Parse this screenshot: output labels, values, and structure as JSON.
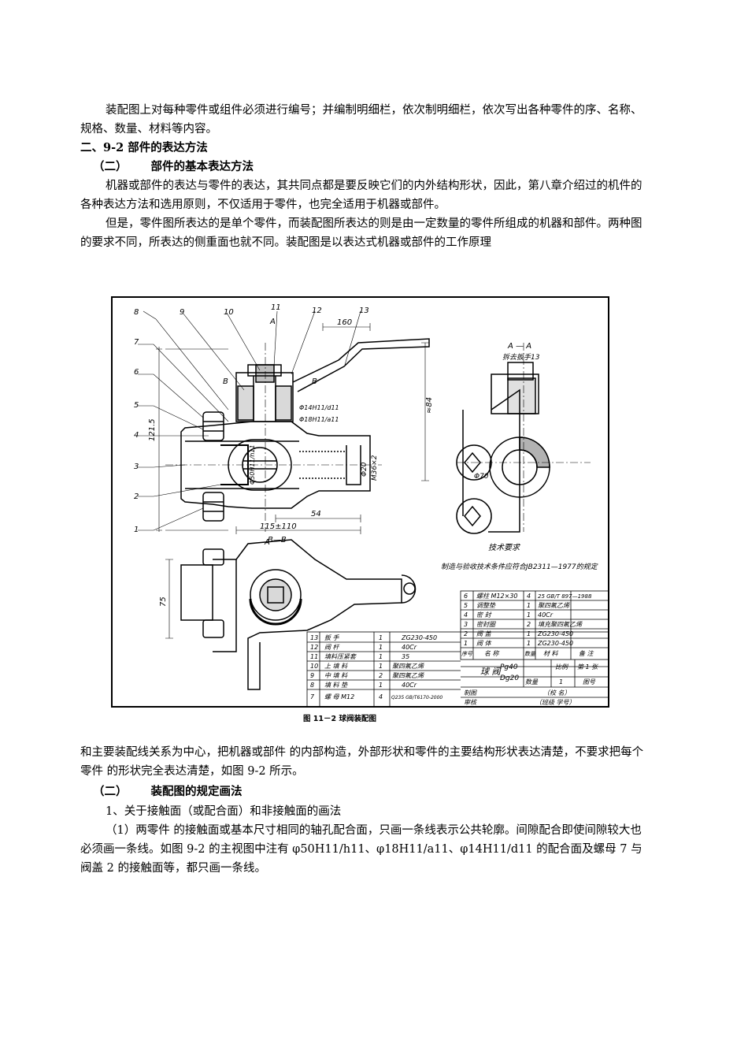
{
  "paragraphs": {
    "p1": "装配图上对每种零件或组件必须进行编号；并编制明细栏，依次制明细栏，依次写出各种零件的序、名称、规格、数量、材料等内容。",
    "h1": "二、9-2 部件的表达方法",
    "h2_num": "（二）",
    "h2_text": "部件的基本表达方法",
    "p2": "机器或部件的表达与零件的表达，其共同点都是要反映它们的内外结构形状，因此，第八章介绍过的机件的各种表达方法和选用原则，不仅适用于零件，也完全适用于机器或部件。",
    "p3": "但是，零件图所表达的是单个零件，而装配图所表达的则是由一定数量的零件所组成的机器和部件。两种图的要求不同，所表达的侧重面也就不同。装配图是以表达式机器或部件的工作原理",
    "p4": "和主要装配线关系为中心，把机器或部件  的内部构造，外部形状和零件的主要结构形状表达清楚，不要求把每个零件  的形状完全表达清楚，如图 9-2 所示。",
    "h3_num": "（二）",
    "h3_text": "装配图的规定画法",
    "p5": "1、关于接触面（或配合面）和非接触面的画法",
    "p6": "（1）两零件  的接触面或基本尺寸相同的轴孔配合面，只画一条线表示公共轮廓。间隙配合即使间隙较大也必须画一条线。如图 9-2 的主视图中注有 φ50H11/h11、φ18H11/a11、φ14H11/d11 的配合面及螺母 7 与阀盖 2 的接触面等，都只画一条线。"
  },
  "figure": {
    "caption": "图 11－2   球阀装配图",
    "part_numbers": [
      "1",
      "2",
      "3",
      "4",
      "5",
      "6",
      "7",
      "8",
      "9",
      "10",
      "11",
      "12",
      "13"
    ],
    "dims": {
      "d160": "160",
      "d84": "≈84",
      "d1215": "121.5",
      "d54": "54",
      "d115": "115±110",
      "d75": "75",
      "phi14": "Φ14H11/d11",
      "phi18": "Φ18H11/a11",
      "phi50": "Φ50H11/h11",
      "phi20": "Φ20",
      "m36": "M36×2",
      "phi70": "Φ70"
    },
    "view_labels": {
      "aa": "A — A",
      "aa_sub": "拆去扳手13",
      "bb": "B—B",
      "a_mark": "A",
      "b_mark": "B"
    },
    "tech_title": "技术要求",
    "tech_text": "制造与验收技术条件应符合JB2311—1977的规定",
    "parts_right": [
      [
        "6",
        "螺柱  M12×30",
        "4",
        "25 GB/T 897—1988"
      ],
      [
        "5",
        "调整垫",
        "1",
        "聚四氟乙烯"
      ],
      [
        "4",
        "密  封",
        "1",
        "40Cr"
      ],
      [
        "3",
        "密封圈",
        "2",
        "填充聚四氟乙烯"
      ],
      [
        "2",
        "阀  盖",
        "1",
        "ZG230-450"
      ],
      [
        "1",
        "阀  体",
        "1",
        "ZG230-450"
      ]
    ],
    "parts_right_header": [
      "序号",
      "名    称",
      "数量",
      "材    料",
      "备  注"
    ],
    "parts_left": [
      [
        "13",
        "扳    手",
        "1",
        "ZG230-450"
      ],
      [
        "12",
        "阀    杆",
        "1",
        "40Cr"
      ],
      [
        "11",
        "填料压紧套",
        "1",
        "35"
      ],
      [
        "10",
        "上 填 料",
        "1",
        "聚四氟乙烯"
      ],
      [
        "9",
        "中 填 料",
        "2",
        "聚四氟乙烯"
      ],
      [
        "8",
        "填 料 垫",
        "1",
        "40Cr"
      ],
      [
        "7",
        "螺  母 M12",
        "4",
        "Q235 GB/T6170-2000"
      ]
    ],
    "title_block": {
      "name": "球  阀",
      "pg": "Pg40",
      "dg": "Dg20",
      "scale_hdr": "比例",
      "sheet_hdr": "第 1 张",
      "qty_hdr": "数量",
      "qty": "1",
      "dwg_no": "图号",
      "drawn": "制图",
      "checked": "审核",
      "school": "（校    名）",
      "class": "（班级    学号）"
    }
  }
}
